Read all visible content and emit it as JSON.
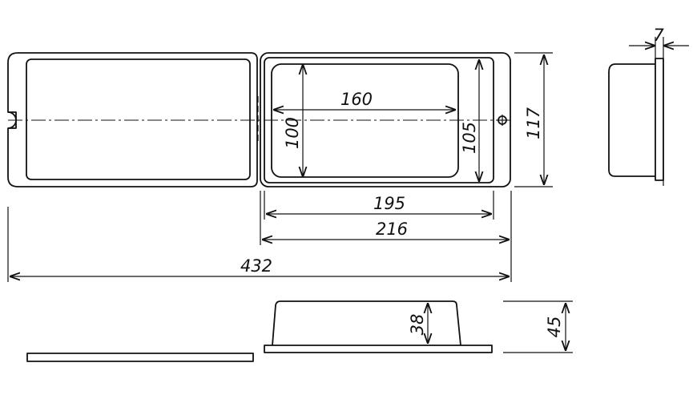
{
  "drawing": {
    "dimensions": {
      "d160": "160",
      "d100": "100",
      "d105": "105",
      "d117": "117",
      "d195": "195",
      "d216": "216",
      "d432": "432",
      "d7": "7",
      "d38": "38",
      "d45": "45"
    }
  }
}
